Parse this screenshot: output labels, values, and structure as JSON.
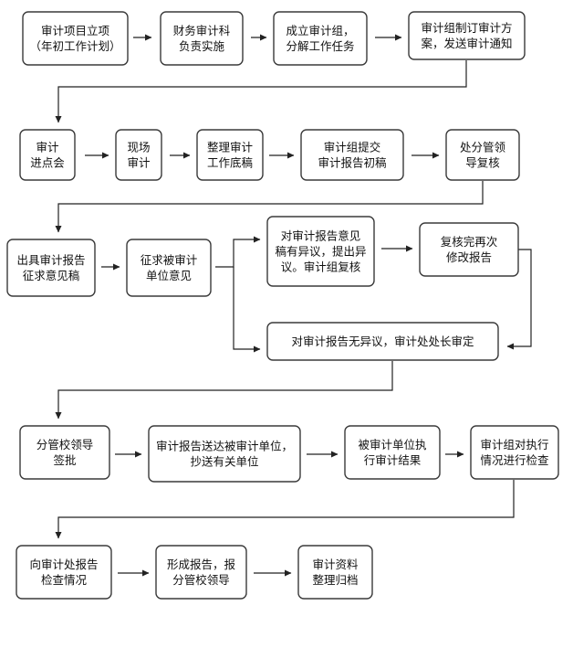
{
  "steps": [
    {
      "id": "s1",
      "lines": [
        "审计项目立项",
        "（年初工作计划）"
      ]
    },
    {
      "id": "s2",
      "lines": [
        "财务审计科",
        "负责实施"
      ]
    },
    {
      "id": "s3",
      "lines": [
        "成立审计组，",
        "分解工作任务"
      ]
    },
    {
      "id": "s4",
      "lines": [
        "审计组制订审计方",
        "案，发送审计通知"
      ]
    },
    {
      "id": "s5",
      "lines": [
        "审计",
        "进点会"
      ]
    },
    {
      "id": "s6",
      "lines": [
        "现场",
        "审计"
      ]
    },
    {
      "id": "s7",
      "lines": [
        "整理审计",
        "工作底稿"
      ]
    },
    {
      "id": "s8",
      "lines": [
        "审计组提交",
        "审计报告初稿"
      ]
    },
    {
      "id": "s9",
      "lines": [
        "处分管领",
        "导复核"
      ]
    },
    {
      "id": "s10",
      "lines": [
        "出具审计报告",
        "征求意见稿"
      ]
    },
    {
      "id": "s11",
      "lines": [
        "征求被审计",
        "单位意见"
      ]
    },
    {
      "id": "s12",
      "lines": [
        "对审计报告意见",
        "稿有异议，提出异",
        "议。审计组复核"
      ]
    },
    {
      "id": "s13",
      "lines": [
        "复核完再次",
        "修改报告"
      ]
    },
    {
      "id": "s14",
      "lines": [
        "对审计报告无异议，审计处处长审定"
      ]
    },
    {
      "id": "s15",
      "lines": [
        "分管校领导",
        "签批"
      ]
    },
    {
      "id": "s16",
      "lines": [
        "审计报告送达被审计单位，",
        "抄送有关单位"
      ]
    },
    {
      "id": "s17",
      "lines": [
        "被审计单位执",
        "行审计结果"
      ]
    },
    {
      "id": "s18",
      "lines": [
        "审计组对执行",
        "情况进行检查"
      ]
    },
    {
      "id": "s19",
      "lines": [
        "向审计处报告",
        "检查情况"
      ]
    },
    {
      "id": "s20",
      "lines": [
        "形成报告，报",
        "分管校领导"
      ]
    },
    {
      "id": "s21",
      "lines": [
        "审计资料",
        "整理归档"
      ]
    }
  ]
}
